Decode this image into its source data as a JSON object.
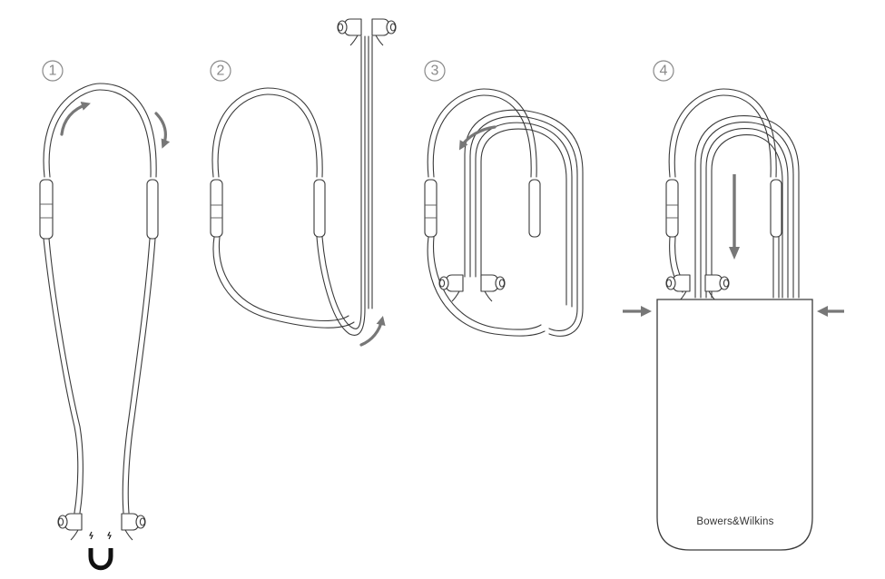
{
  "steps": [
    {
      "number": "1"
    },
    {
      "number": "2"
    },
    {
      "number": "3"
    },
    {
      "number": "4"
    }
  ],
  "case": {
    "brand_text": "Bowers&Wilkins"
  },
  "icons": {
    "magnet": "magnet-icon",
    "rotate_arrow": "curved-arrow-icon",
    "down_arrow": "arrow-down-icon",
    "squeeze_arrow": "arrow-right-icon"
  },
  "colors": {
    "line": "#3a3a3a",
    "arrow": "#777777",
    "step_number": "#8a8a8a",
    "magnet": "#111111"
  }
}
